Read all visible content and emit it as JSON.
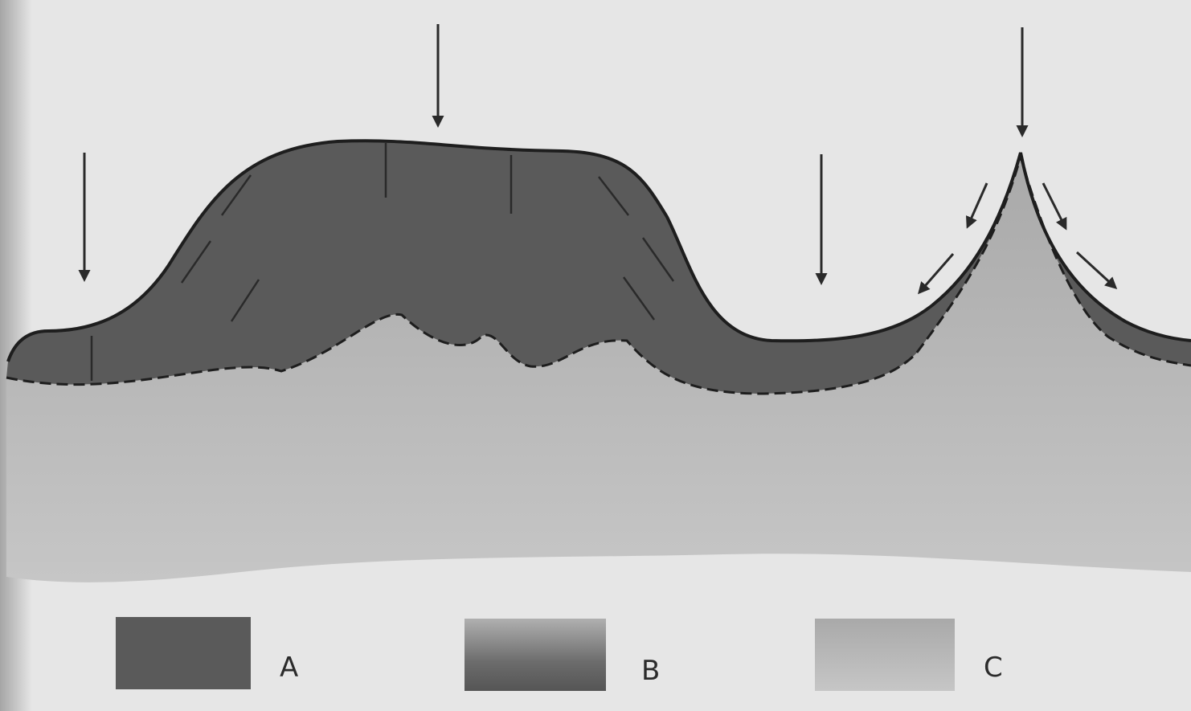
{
  "legend": {
    "items": [
      {
        "label": "A",
        "color": "#5a5a5a"
      },
      {
        "label": "B",
        "color": "#7a7a7a"
      },
      {
        "label": "C",
        "color": "#b4b4b4"
      }
    ]
  },
  "colors": {
    "background": "#e6e6e6",
    "layer_a": "#5a5a5a",
    "layer_c": "#b4b4b4",
    "outline": "#1e1e1e",
    "arrow": "#2a2a2a"
  }
}
